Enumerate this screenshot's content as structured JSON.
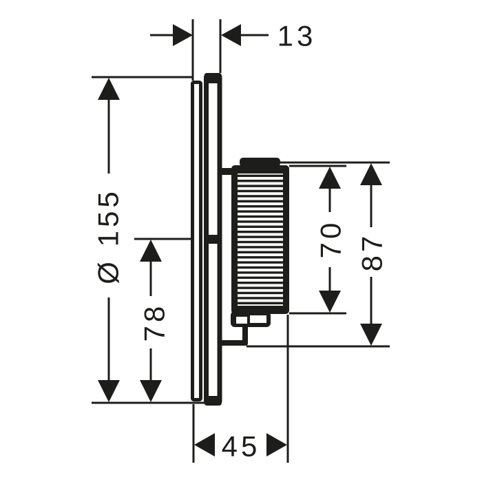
{
  "figure": {
    "type": "technical-dimension-drawing",
    "subject": "concealed shower valve side view",
    "colors": {
      "line": "#1d1d1b",
      "background": "#ffffff"
    },
    "dimensions": {
      "plate_depth": "13",
      "plate_diameter": "Ø 155",
      "bottom_to_center": "78",
      "handle_height": "70",
      "overall_height": "87",
      "installation_depth": "45"
    }
  }
}
